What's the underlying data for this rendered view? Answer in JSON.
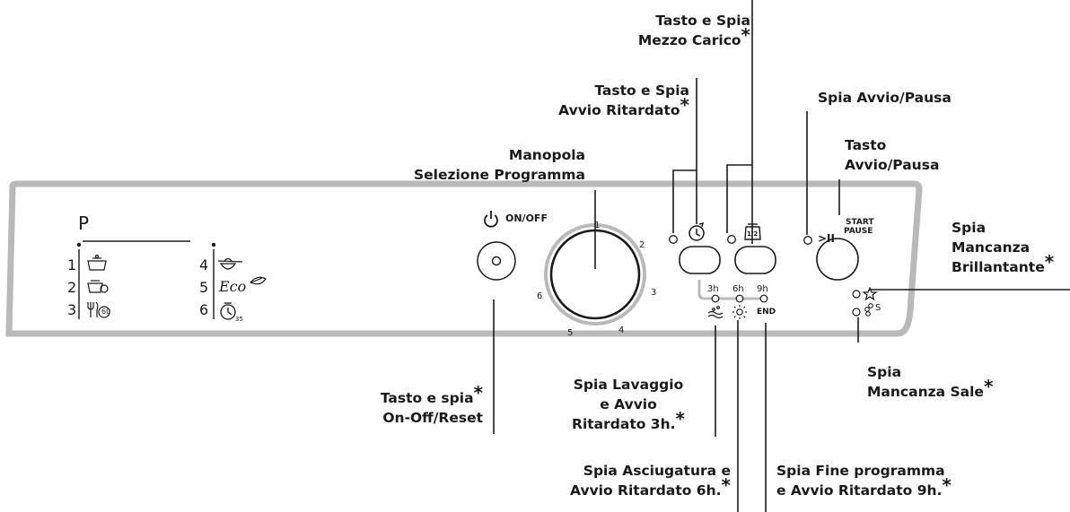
{
  "labels": {
    "mezzo_carico": {
      "line1": "Tasto e Spia",
      "line2": "Mezzo Carico",
      "star": "*"
    },
    "avvio_ritardato": {
      "line1": "Tasto e Spia",
      "line2": "Avvio Ritardato",
      "star": "*"
    },
    "manopola": {
      "line1": "Manopola",
      "line2": "Selezione Programma"
    },
    "spia_avvio_pausa": {
      "line1": "Spia Avvio/Pausa"
    },
    "tasto_avvio_pausa": {
      "line1": "Tasto",
      "line2": "Avvio/Pausa"
    },
    "mancanza_brillantante": {
      "line1": "Spia",
      "line2": "Mancanza",
      "line3": "Brillantante",
      "star": "*"
    },
    "mancanza_sale": {
      "line1": "Spia",
      "line2": "Mancanza Sale",
      "star": "*"
    },
    "on_off_reset": {
      "line1": "Tasto e spia",
      "line2": "On-Off/Reset",
      "star": "*"
    },
    "lavaggio_3h": {
      "line1": "Spia Lavaggio",
      "line2": "e Avvio",
      "line3": "Ritardato 3h.",
      "star": "*"
    },
    "asciugatura_6h": {
      "line1": "Spia Asciugatura e",
      "line2": "Avvio Ritardato 6h.",
      "star": "*"
    },
    "fine_9h": {
      "line1": "Spia Fine programma",
      "line2": "e Avvio Ritardato 9h.",
      "star": "*"
    }
  },
  "panel": {
    "program_header": "P",
    "programs_left": [
      {
        "num": "1",
        "icon": "pot-icon"
      },
      {
        "num": "2",
        "icon": "pot-cup-icon"
      },
      {
        "num": "3",
        "icon": "cutlery-60-icon"
      }
    ],
    "programs_right": [
      {
        "num": "4",
        "icon": "bowl-whisk-icon"
      },
      {
        "num": "5",
        "icon": "eco-leaf-icon",
        "text": "Eco"
      },
      {
        "num": "6",
        "icon": "timer-35-icon"
      }
    ],
    "onoff_label": "ON/OFF",
    "dial_numbers": [
      "1",
      "2",
      "3",
      "4",
      "5",
      "6"
    ],
    "delay_times": [
      "3h",
      "6h",
      "9h"
    ],
    "end_label": "END",
    "start_label": "START",
    "pause_label": "PAUSE",
    "start_pause_symbol": ">II",
    "half_load_icon_text": "1/2",
    "eco_text": "Eco",
    "wash_temp_60": "60",
    "timer_35": "35",
    "salt_s": "S"
  }
}
